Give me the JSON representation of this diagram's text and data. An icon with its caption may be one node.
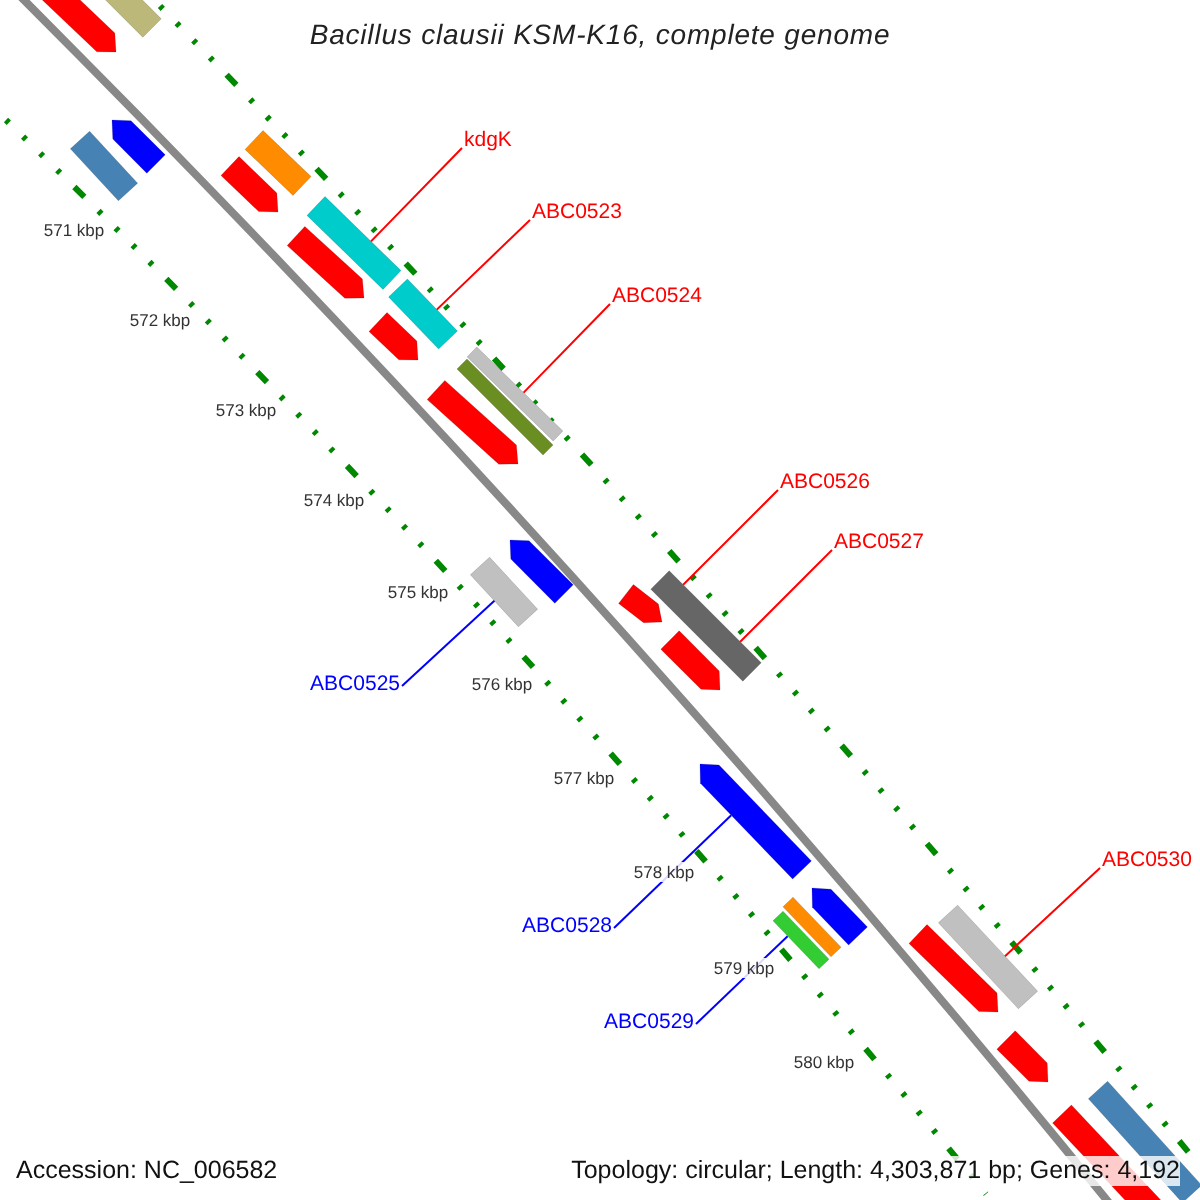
{
  "diagram": {
    "title": "Bacillus clausii KSM-K16, complete genome",
    "nodes": [
      {
        "text": [
          "kdgK"
        ]
      },
      {
        "text": [],
        "shape": "bar"
      },
      {
        "text": [
          "ABC0523"
        ]
      },
      {
        "text": [],
        "shape": "bar"
      },
      {
        "text": [
          "ABC0524"
        ]
      },
      {
        "text": [],
        "shape": "bar"
      },
      {
        "text": [
          "ABC0526"
        ]
      },
      {
        "text": [],
        "shape": "bar"
      },
      {
        "text": [
          "ABC0527"
        ]
      },
      {
        "text": [
          "ABC0525"
        ]
      },
      {
        "text": [],
        "shape": "bar"
      },
      {
        "text": [
          "ABC0528"
        ]
      },
      {
        "text": [],
        "shape": "bar"
      },
      {
        "text": [
          "ABC0529"
        ]
      },
      {
        "text": [],
        "shape": "bar"
      },
      {
        "text": [
          "ABC0530"
        ]
      },
      {
        "text": [],
        "shape": "bar"
      }
    ],
    "edges": [
      {
        "from": 0,
        "to": 1,
        "arrow": "none"
      },
      {
        "from": 2,
        "to": 3,
        "arrow": "none"
      },
      {
        "from": 4,
        "to": 5,
        "arrow": "none"
      },
      {
        "from": 6,
        "to": 7,
        "arrow": "none"
      },
      {
        "from": 8,
        "to": 7,
        "arrow": "none"
      },
      {
        "from": 9,
        "to": 10,
        "arrow": "none",
        "color": "#0000ff"
      },
      {
        "from": 11,
        "to": 12,
        "arrow": "none",
        "color": "#0000ff"
      },
      {
        "from": 13,
        "to": 14,
        "arrow": "none",
        "color": "#0000ff"
      },
      {
        "from": 15,
        "to": 16,
        "arrow": "none"
      }
    ],
    "labels": [
      "571 kbp",
      "572 kbp",
      "573 kbp",
      "574 kbp",
      "575 kbp",
      "576 kbp",
      "577 kbp",
      "578 kbp",
      "579 kbp",
      "580 kbp",
      "Accession: NC_006582",
      "Topology: circular; Length: 4,303,871 bp; Genes: 4,192"
    ]
  }
}
